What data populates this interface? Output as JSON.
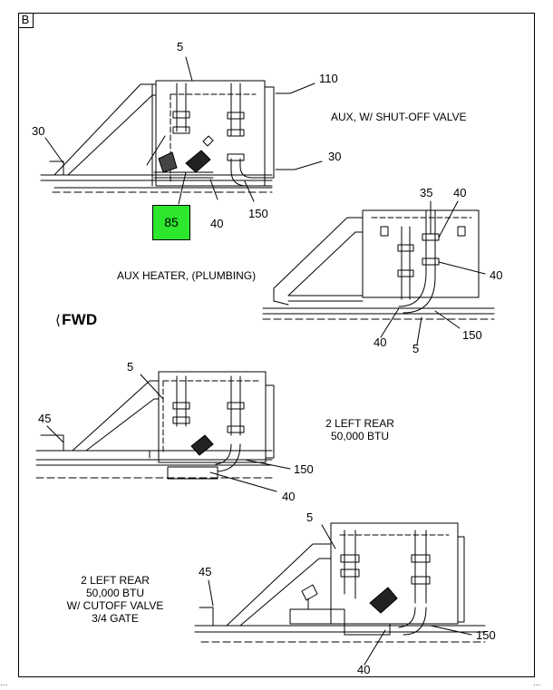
{
  "sheet": {
    "letter": "B",
    "footer_left": "...",
    "footer_right": "..."
  },
  "orientation": {
    "label": "FWD",
    "arrow_glyph": "⟨"
  },
  "callout": {
    "text": "85",
    "color": "#2ee62e"
  },
  "views": [
    {
      "caption": "AUX, W/ SHUT-OFF VALVE",
      "labels": [
        "5",
        "110",
        "30",
        "30",
        "40",
        "150"
      ]
    },
    {
      "caption": "AUX HEATER, (PLUMBING)",
      "labels": [
        "35",
        "40",
        "40",
        "40",
        "5",
        "150"
      ]
    },
    {
      "caption_lines": [
        "2 LEFT REAR",
        "50,000 BTU"
      ],
      "labels": [
        "5",
        "45",
        "150",
        "40"
      ]
    },
    {
      "caption_lines": [
        "2 LEFT REAR",
        "50,000 BTU",
        "W/ CUTOFF VALVE",
        "3/4 GATE"
      ],
      "labels": [
        "5",
        "45",
        "150",
        "40"
      ]
    }
  ]
}
